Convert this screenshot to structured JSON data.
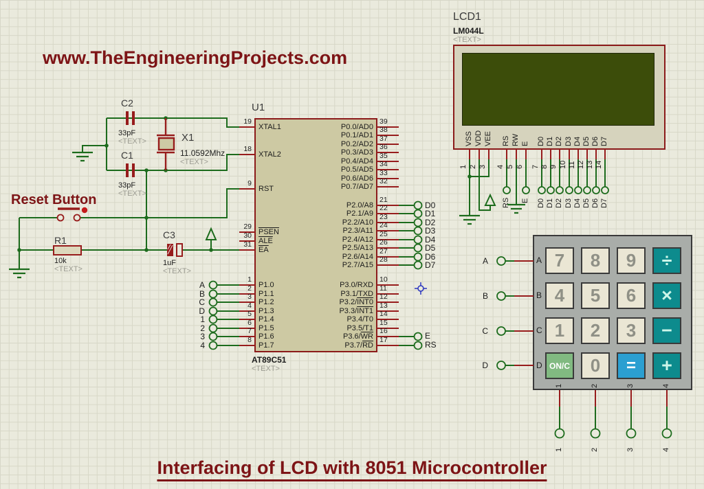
{
  "titles": {
    "site": "www.TheEngineeringProjects.com",
    "caption": "Interfacing of LCD with 8051 Microcontroller"
  },
  "chip": {
    "designator": "U1",
    "part": "AT89C51",
    "placeholder": "<TEXT>",
    "left_pins": [
      {
        "num": "19",
        "pre": "XTAL1",
        "ov": ""
      },
      {
        "num": "18",
        "pre": "XTAL2",
        "ov": ""
      },
      {
        "num": "9",
        "pre": "RST",
        "ov": ""
      },
      {
        "num": "29",
        "pre": "",
        "ov": "PSEN"
      },
      {
        "num": "30",
        "pre": "",
        "ov": "ALE"
      },
      {
        "num": "31",
        "pre": "",
        "ov": "EA"
      },
      {
        "num": "1",
        "pre": "P1.0",
        "ov": ""
      },
      {
        "num": "2",
        "pre": "P1.1",
        "ov": ""
      },
      {
        "num": "3",
        "pre": "P1.2",
        "ov": ""
      },
      {
        "num": "4",
        "pre": "P1.3",
        "ov": ""
      },
      {
        "num": "5",
        "pre": "P1.4",
        "ov": ""
      },
      {
        "num": "6",
        "pre": "P1.5",
        "ov": ""
      },
      {
        "num": "7",
        "pre": "P1.6",
        "ov": ""
      },
      {
        "num": "8",
        "pre": "P1.7",
        "ov": ""
      }
    ],
    "right_pins": [
      {
        "num": "39",
        "pre": "P0.0/AD0",
        "ov": ""
      },
      {
        "num": "38",
        "pre": "P0.1/AD1",
        "ov": ""
      },
      {
        "num": "37",
        "pre": "P0.2/AD2",
        "ov": ""
      },
      {
        "num": "36",
        "pre": "P0.3/AD3",
        "ov": ""
      },
      {
        "num": "35",
        "pre": "P0.4/AD4",
        "ov": ""
      },
      {
        "num": "34",
        "pre": "P0.5/AD5",
        "ov": ""
      },
      {
        "num": "33",
        "pre": "P0.6/AD6",
        "ov": ""
      },
      {
        "num": "32",
        "pre": "P0.7/AD7",
        "ov": ""
      },
      {
        "num": "21",
        "pre": "P2.0/A8",
        "ov": ""
      },
      {
        "num": "22",
        "pre": "P2.1/A9",
        "ov": ""
      },
      {
        "num": "23",
        "pre": "P2.2/A10",
        "ov": ""
      },
      {
        "num": "24",
        "pre": "P2.3/A11",
        "ov": ""
      },
      {
        "num": "25",
        "pre": "P2.4/A12",
        "ov": ""
      },
      {
        "num": "26",
        "pre": "P2.5/A13",
        "ov": ""
      },
      {
        "num": "27",
        "pre": "P2.6/A14",
        "ov": ""
      },
      {
        "num": "28",
        "pre": "P2.7/A15",
        "ov": ""
      },
      {
        "num": "10",
        "pre": "P3.0/RXD",
        "ov": ""
      },
      {
        "num": "11",
        "pre": "P3.1/TXD",
        "ov": ""
      },
      {
        "num": "12",
        "pre": "P3.2/",
        "ov": "INT0"
      },
      {
        "num": "13",
        "pre": "P3.3/",
        "ov": "INT1"
      },
      {
        "num": "14",
        "pre": "P3.4/T0",
        "ov": ""
      },
      {
        "num": "15",
        "pre": "P3.5/T1",
        "ov": ""
      },
      {
        "num": "16",
        "pre": "P3.6/",
        "ov": "WR"
      },
      {
        "num": "17",
        "pre": "P3.7/",
        "ov": "RD"
      }
    ]
  },
  "components": {
    "reset_label": "Reset Button",
    "c2": {
      "ref": "C2",
      "value": "33pF",
      "placeholder": "<TEXT>"
    },
    "c1": {
      "ref": "C1",
      "value": "33pF",
      "placeholder": "<TEXT>"
    },
    "x1": {
      "ref": "X1",
      "value": "11.0592Mhz",
      "placeholder": "<TEXT>"
    },
    "r1": {
      "ref": "R1",
      "value": "10k",
      "placeholder": "<TEXT>"
    },
    "c3": {
      "ref": "C3",
      "value": "1uF",
      "placeholder": "<TEXT>"
    }
  },
  "lcd": {
    "designator": "LCD1",
    "part": "LM044L",
    "placeholder": "<TEXT>",
    "pins": [
      {
        "num": "1",
        "name": "VSS"
      },
      {
        "num": "2",
        "name": "VDD"
      },
      {
        "num": "3",
        "name": "VEE"
      },
      {
        "num": "4",
        "name": "RS"
      },
      {
        "num": "5",
        "name": "RW"
      },
      {
        "num": "6",
        "name": "E"
      },
      {
        "num": "7",
        "name": "D0"
      },
      {
        "num": "8",
        "name": "D1"
      },
      {
        "num": "9",
        "name": "D2"
      },
      {
        "num": "10",
        "name": "D3"
      },
      {
        "num": "11",
        "name": "D4"
      },
      {
        "num": "12",
        "name": "D5"
      },
      {
        "num": "13",
        "name": "D6"
      },
      {
        "num": "14",
        "name": "D7"
      }
    ],
    "terminals": [
      "RS",
      "E",
      "D0",
      "D1",
      "D2",
      "D3",
      "D4",
      "D5",
      "D6",
      "D7"
    ]
  },
  "port1_terminals": [
    "A",
    "B",
    "C",
    "D",
    "1",
    "2",
    "3",
    "4"
  ],
  "port2_terminals": [
    "D0",
    "D1",
    "D2",
    "D3",
    "D4",
    "D5",
    "D6",
    "D7"
  ],
  "port3_terminals": [
    "E",
    "RS"
  ],
  "keypad": {
    "row_labels": [
      "A",
      "B",
      "C",
      "D"
    ],
    "col_labels": [
      "1",
      "2",
      "3",
      "4"
    ],
    "left_terminals": [
      "A",
      "B",
      "C",
      "D"
    ],
    "bottom_terminals": [
      "1",
      "2",
      "3",
      "4"
    ],
    "keys": [
      {
        "label": "7"
      },
      {
        "label": "8"
      },
      {
        "label": "9"
      },
      {
        "label": "÷"
      },
      {
        "label": "4"
      },
      {
        "label": "5"
      },
      {
        "label": "6"
      },
      {
        "label": "×"
      },
      {
        "label": "1"
      },
      {
        "label": "2"
      },
      {
        "label": "3"
      },
      {
        "label": "−"
      },
      {
        "label": "ON/C"
      },
      {
        "label": "0"
      },
      {
        "label": "="
      },
      {
        "label": "+"
      }
    ]
  },
  "colors": {
    "accent_red": "#971c1c",
    "wire_green": "#1c6b1c",
    "teal_key": "#0d8b8d",
    "blue_key": "#2b9fd1",
    "green_key": "#81ba81"
  }
}
